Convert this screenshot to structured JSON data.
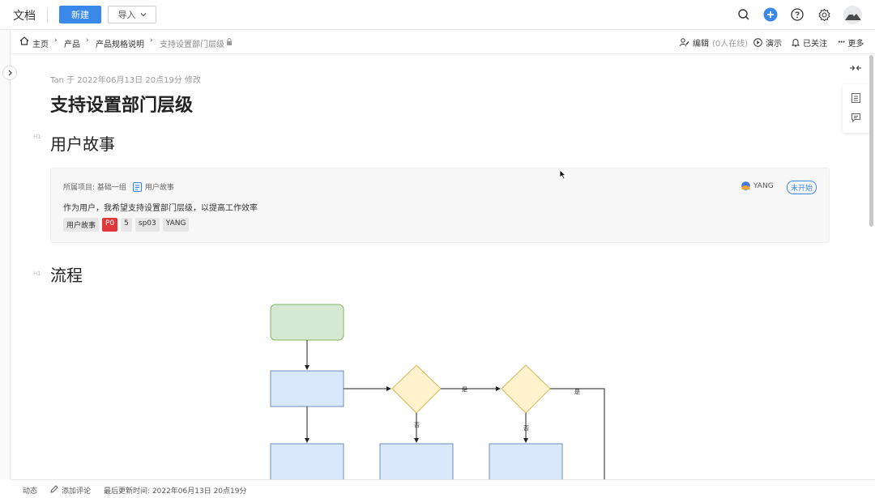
{
  "header": {
    "app_title": "文档",
    "new_label": "新建",
    "import_label": "导入",
    "icons": [
      "search-icon",
      "plus-circle-icon",
      "help-icon",
      "settings-icon"
    ]
  },
  "breadcrumb": {
    "items": [
      "主页",
      "产品",
      "产品规格说明",
      "支持设置部门层级"
    ],
    "actions": {
      "edit_label": "编辑",
      "online_label": "(0人在线)",
      "present_label": "演示",
      "follow_label": "已关注",
      "more_label": "更多"
    }
  },
  "document": {
    "meta": "Tan 于 2022年06月13日 20点19分 修改",
    "title": "支持设置部门层级",
    "heading_marker": "H1",
    "section1_title": "用户故事",
    "section2_title": "流程"
  },
  "story": {
    "project_label": "所属项目: 基础一组",
    "type_label": "用户故事",
    "description": "作为用户，我希望支持设置部门层级，以提高工作效率",
    "tags": [
      "用户故事",
      "P0",
      "5",
      "sp03",
      "YANG"
    ],
    "assignee": "YANG",
    "status": "未开始"
  },
  "flowchart": {
    "yes_label": "是",
    "no_label": "否",
    "colors": {
      "start": "#d5e8d4",
      "process": "#dae8fc",
      "decision": "#fff2cc"
    }
  },
  "footer": {
    "activity_label": "动态",
    "comment_label": "添加评论",
    "updated_label": "最后更新时间: 2022年06月13日 20点19分"
  },
  "colors": {
    "accent": "#3a88e8",
    "priority": "#e0383a"
  }
}
